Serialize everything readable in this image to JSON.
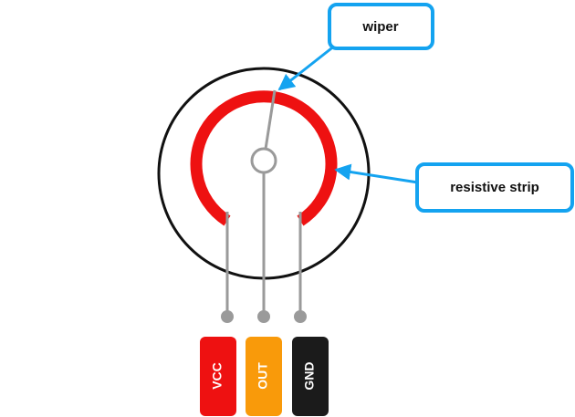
{
  "callouts": {
    "wiper": "wiper",
    "resistive_strip": "resistive strip"
  },
  "pins": [
    {
      "label": "VCC",
      "color": "#ee1111"
    },
    {
      "label": "OUT",
      "color": "#f99a0a"
    },
    {
      "label": "GND",
      "color": "#1b1b1b"
    }
  ],
  "colors": {
    "outline": "#111111",
    "resistive_strip": "#ee1111",
    "wire": "#9a9a9a",
    "callout_border": "#14a3f0",
    "callout_arrow": "#14a3f0"
  }
}
